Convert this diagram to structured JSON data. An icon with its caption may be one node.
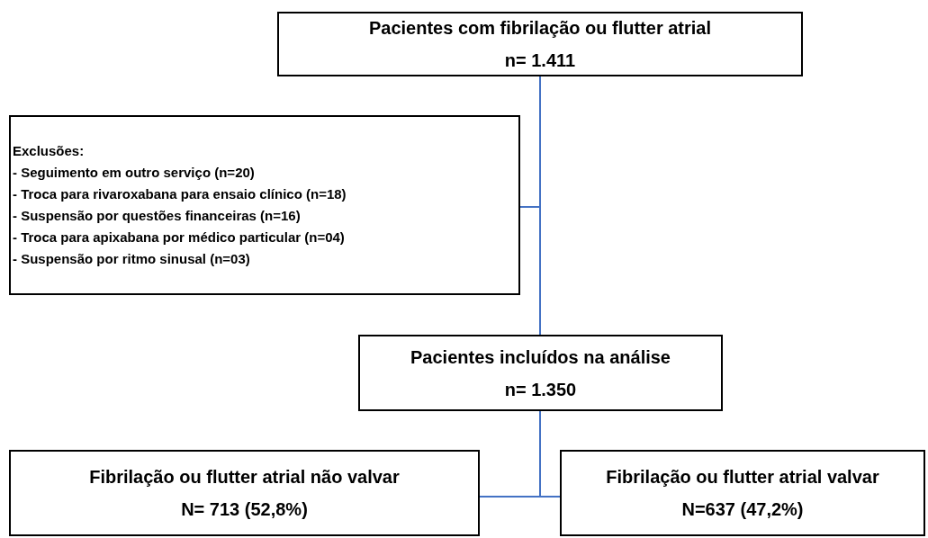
{
  "diagram": {
    "nodes": [
      {
        "text": [
          "Pacientes com fibrilação ou flutter atrial",
          "n= 1.411"
        ]
      },
      {
        "text": [
          "Exclusões:",
          "- Seguimento em outro serviço (n=20)",
          "- Troca para rivaroxabana para ensaio clínico (n=18)",
          "- Suspensão por questões financeiras (n=16)",
          "- Troca para apixabana por médico particular (n=04)",
          "- Suspensão por ritmo sinusal (n=03)"
        ]
      },
      {
        "text": [
          "Pacientes incluídos na análise",
          "n= 1.350"
        ]
      },
      {
        "text": [
          "Fibrilação ou flutter atrial não valvar",
          "N= 713 (52,8%)"
        ]
      },
      {
        "text": [
          "Fibrilação ou flutter atrial valvar",
          "N=637 (47,2%)"
        ]
      }
    ],
    "edges": [
      {
        "from": 0,
        "to": 1,
        "arrow": "none"
      },
      {
        "from": 0,
        "to": 2,
        "arrow": "none"
      },
      {
        "from": 2,
        "to": 3,
        "arrow": "none"
      },
      {
        "from": 2,
        "to": 4,
        "arrow": "none"
      }
    ]
  }
}
